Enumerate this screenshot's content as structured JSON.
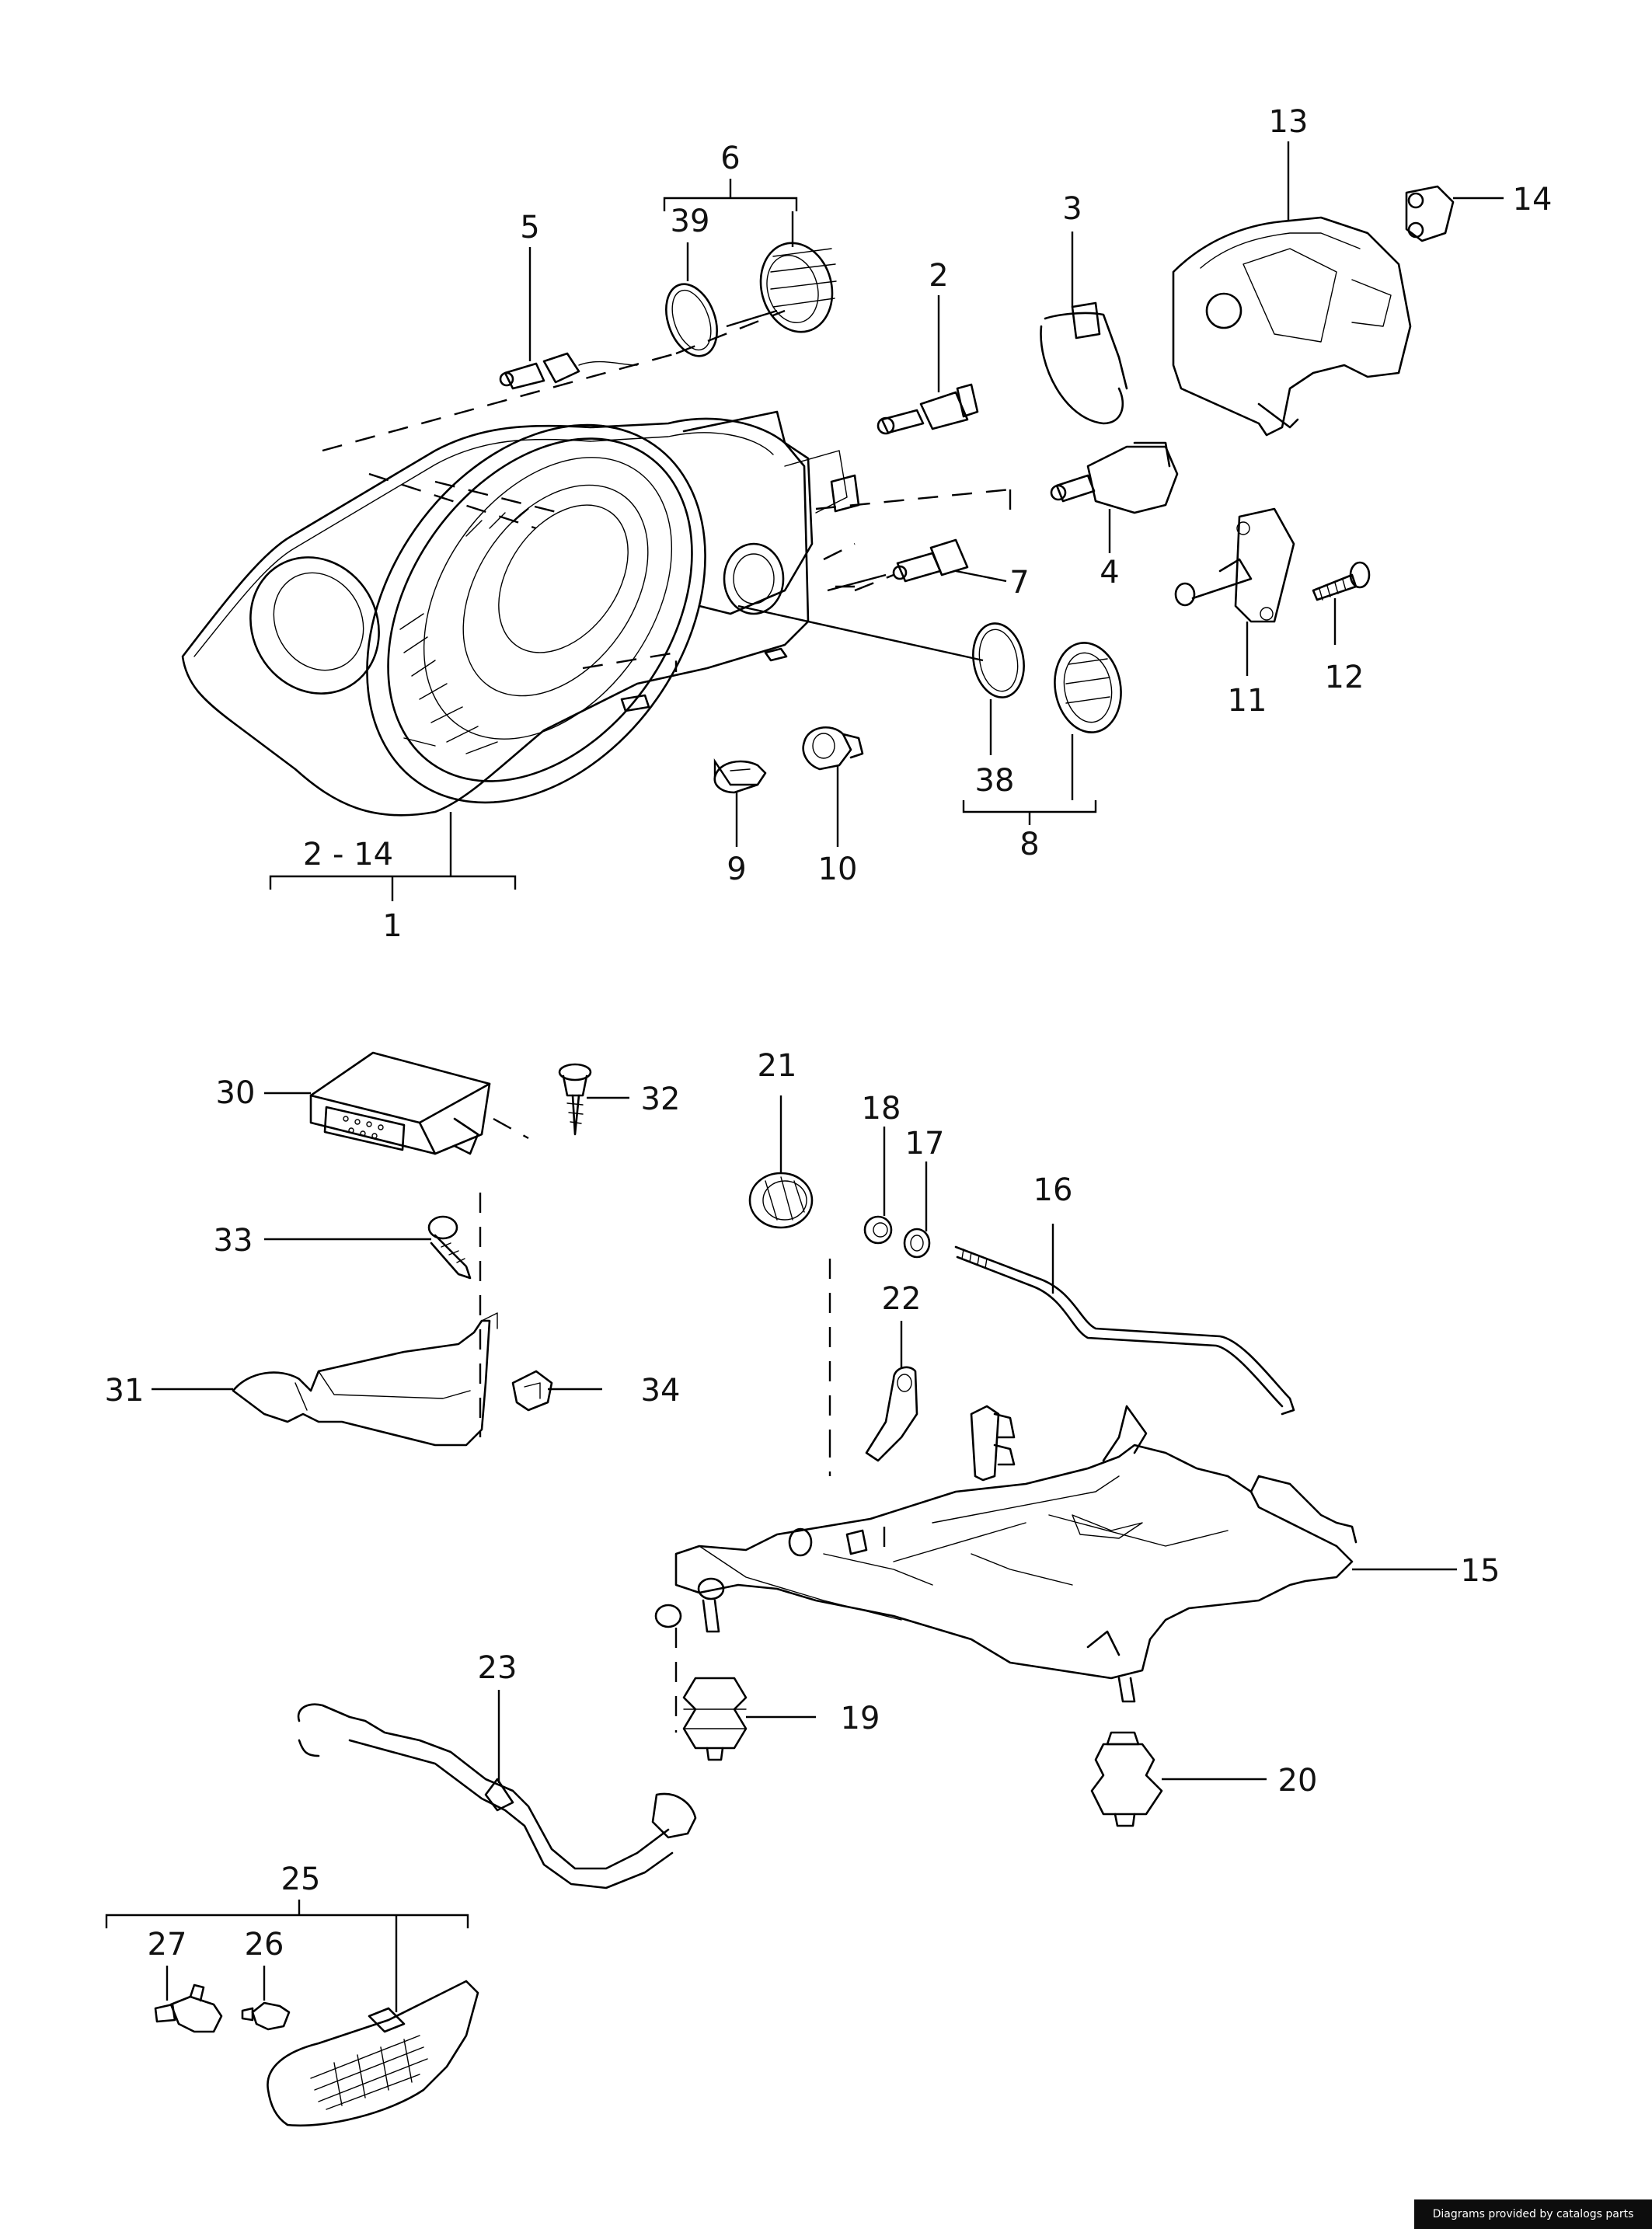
{
  "labels": {
    "l1": "1",
    "l2_14": "2 - 14",
    "l2": "2",
    "l3": "3",
    "l4": "4",
    "l5": "5",
    "l6": "6",
    "l7": "7",
    "l8": "8",
    "l9": "9",
    "l10": "10",
    "l11": "11",
    "l12": "12",
    "l13": "13",
    "l14": "14",
    "l15": "15",
    "l16": "16",
    "l17": "17",
    "l18": "18",
    "l19": "19",
    "l20": "20",
    "l21": "21",
    "l22": "22",
    "l23": "23",
    "l25": "25",
    "l26": "26",
    "l27": "27",
    "l30": "30",
    "l31": "31",
    "l32": "32",
    "l33": "33",
    "l34": "34",
    "l38": "38",
    "l39": "39"
  },
  "credit": "Diagrams provided by catalogs parts"
}
